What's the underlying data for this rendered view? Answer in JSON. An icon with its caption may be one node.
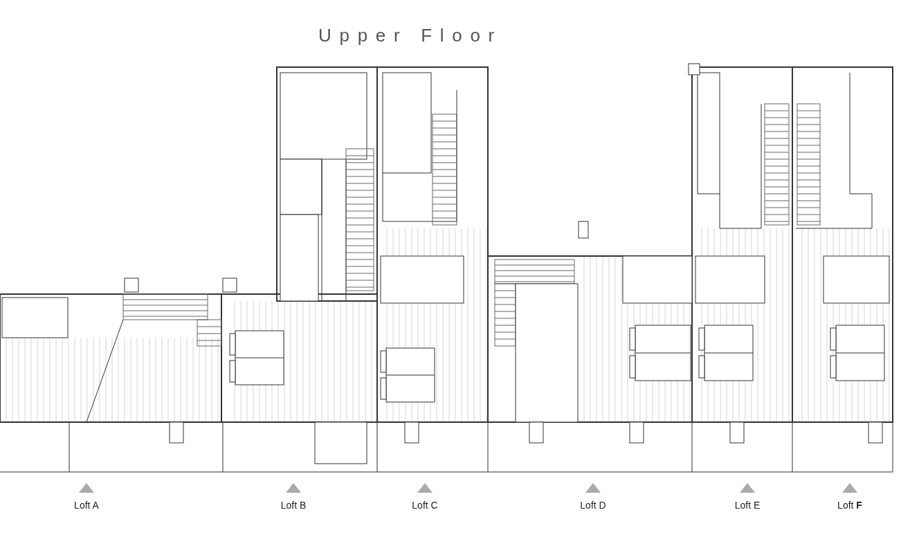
{
  "diagram": {
    "title": "Upper Floor",
    "labels": [
      "Loft A",
      "Loft B",
      "Loft C",
      "Loft D",
      "Loft E",
      "Loft **F**"
    ]
  }
}
